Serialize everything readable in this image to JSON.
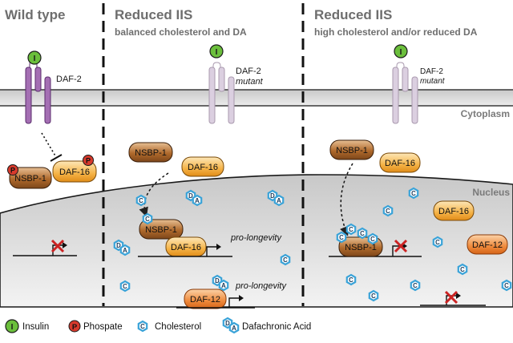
{
  "panels": {
    "wild_type": {
      "title": "Wild type"
    },
    "reduced_balanced": {
      "title": "Reduced IIS",
      "subtitle": "balanced cholesterol and DA"
    },
    "reduced_high": {
      "title": "Reduced IIS",
      "subtitle": "high cholesterol and/or reduced DA"
    }
  },
  "compartments": {
    "cytoplasm": "Cytoplasm",
    "nucleus": "Nucleus"
  },
  "receptor": {
    "name": "DAF-2",
    "mutant": "mutant"
  },
  "proteins": {
    "nsbp1": "NSBP-1",
    "daf16": "DAF-16",
    "daf12": "DAF-12"
  },
  "symbols": {
    "insulin": "I",
    "phosphate": "P",
    "cholesterol": "C",
    "da_d": "D",
    "da_a": "A"
  },
  "annotations": {
    "pro_longevity": "pro-longevity"
  },
  "legend": [
    {
      "symbol": "insulin",
      "label": "Insulin"
    },
    {
      "symbol": "phosphate",
      "label": "Phospate"
    },
    {
      "symbol": "cholesterol",
      "label": "Cholesterol"
    },
    {
      "symbol": "da",
      "label": "Dafachronic Acid"
    }
  ],
  "colors": {
    "membrane": "#aaaaaa",
    "receptor_wt": "#a46fb3",
    "receptor_mutant": "#dbcfe0",
    "insulin": "#6bbf3c",
    "phosphate": "#d73a2c",
    "cholesterol": "#3aa3d8",
    "nsbp1": "#b06a2c",
    "daf16": "#f2a433",
    "daf12": "#ee7d33",
    "block_x": "#cc2222"
  }
}
